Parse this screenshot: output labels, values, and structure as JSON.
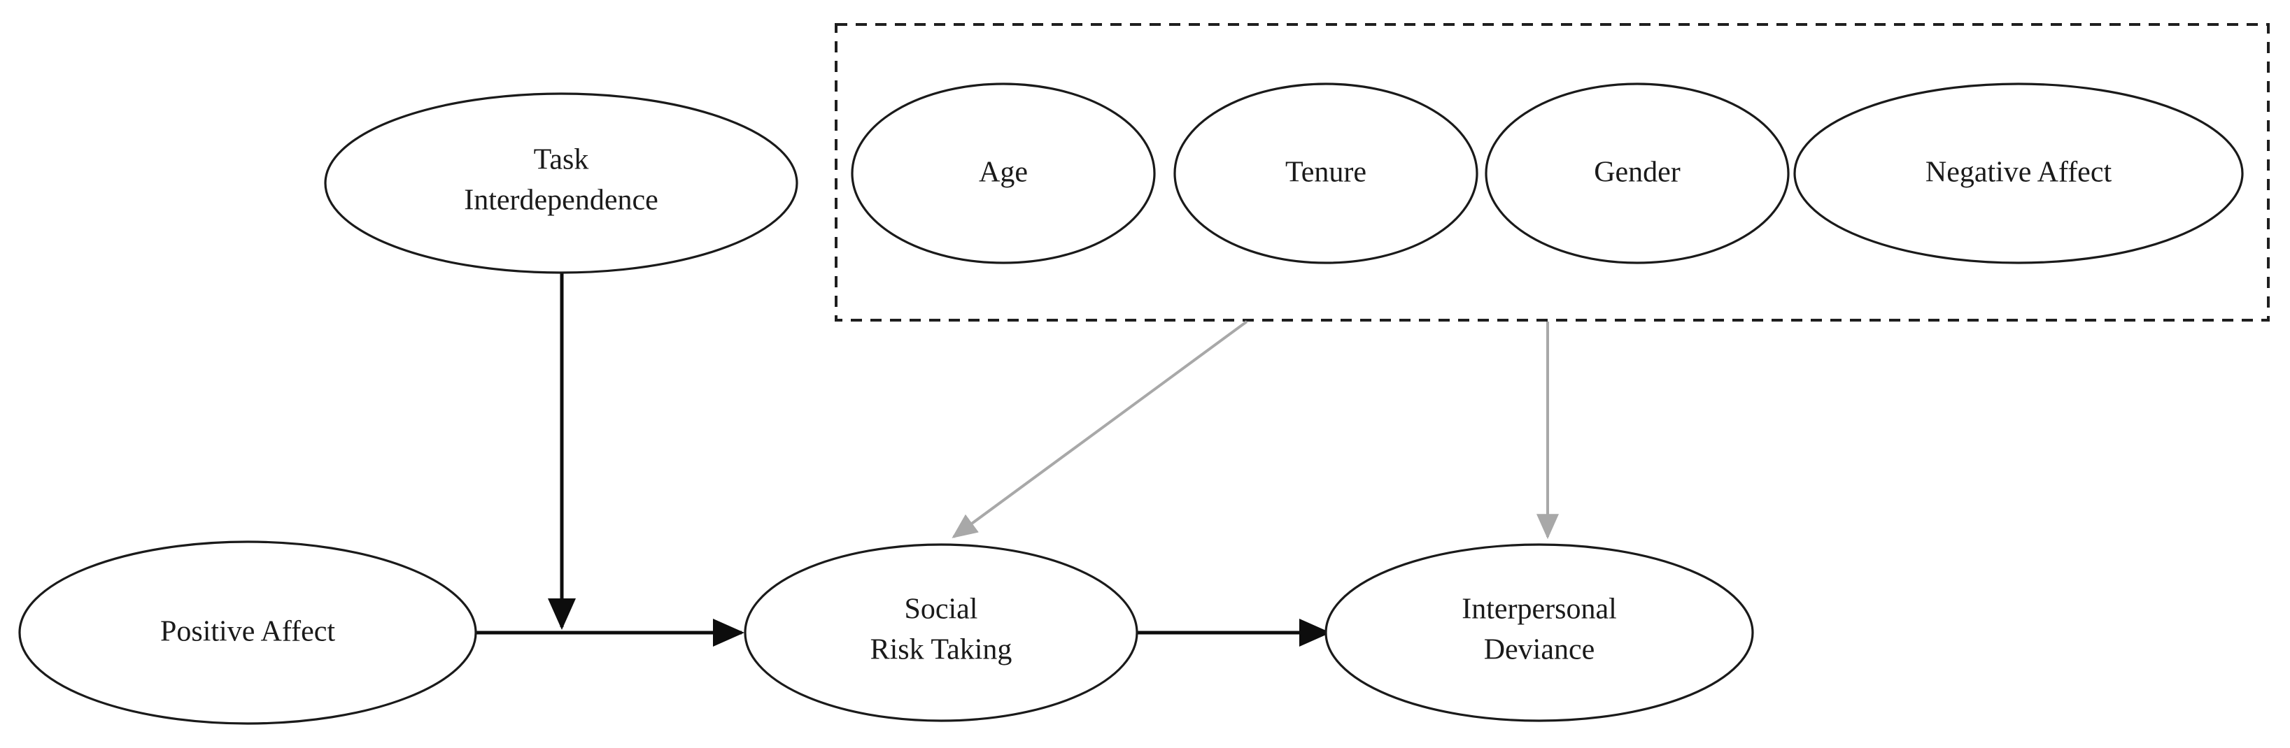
{
  "diagram": {
    "type": "conceptual-path-model",
    "background_color": "#ffffff",
    "line_color": "#0d0d0d",
    "control_line_color": "#a8a8a8",
    "nodes": {
      "task_interdependence": {
        "line1": "Task",
        "line2": "Interdependence"
      },
      "positive_affect": {
        "line1": "Positive Affect"
      },
      "social_risk_taking": {
        "line1": "Social",
        "line2": "Risk Taking"
      },
      "interpersonal_deviance": {
        "line1": "Interpersonal",
        "line2": "Deviance"
      },
      "age": {
        "line1": "Age"
      },
      "tenure": {
        "line1": "Tenure"
      },
      "gender": {
        "line1": "Gender"
      },
      "negative_affect": {
        "line1": "Negative Affect"
      }
    },
    "edges": [
      {
        "from": "positive_affect",
        "to": "social_risk_taking",
        "style": "solid-black"
      },
      {
        "from": "task_interdependence",
        "to": "positive-affect-to-social-risk-taking-path",
        "style": "solid-black-moderator"
      },
      {
        "from": "social_risk_taking",
        "to": "interpersonal_deviance",
        "style": "solid-black"
      },
      {
        "from": "control_variables_box",
        "to": "social_risk_taking",
        "style": "gray-diagonal"
      },
      {
        "from": "control_variables_box",
        "to": "interpersonal_deviance",
        "style": "gray-vertical"
      }
    ]
  }
}
